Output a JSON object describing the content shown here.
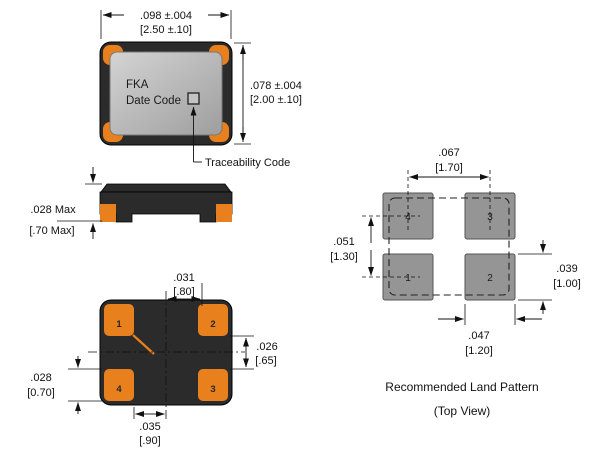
{
  "diagram": {
    "top_view": {
      "width_in": ".098 ±.004",
      "width_mm": "[2.50 ±.10]",
      "height_in": ".078 ±.004",
      "height_mm": "[2.00 ±.10]",
      "marking_line1": "FKA",
      "marking_line2": "Date Code",
      "traceability_label": "Traceability Code"
    },
    "side_view": {
      "height_in": ".028 Max",
      "height_mm": "[.70 Max]"
    },
    "bottom_view": {
      "pads": [
        "1",
        "2",
        "4",
        "3"
      ],
      "pad_width_in": ".031",
      "pad_width_mm": "[.80]",
      "pad_height_in": ".026",
      "pad_height_mm": "[.65]",
      "corner_pad_in": ".028",
      "corner_pad_mm": "[0.70]",
      "pitch_in": ".035",
      "pitch_mm": "[.90]"
    },
    "land_pattern": {
      "pads": [
        "4",
        "3",
        "1",
        "2"
      ],
      "pitch_x_in": ".067",
      "pitch_x_mm": "[1.70]",
      "pitch_y_in": ".051",
      "pitch_y_mm": "[1.30]",
      "pad_height_in": ".039",
      "pad_height_mm": "[1.00]",
      "pad_width_in": ".047",
      "pad_width_mm": "[1.20]",
      "caption_line1": "Recommended Land Pattern",
      "caption_line2": "(Top View)"
    },
    "colors": {
      "body": "#2b2b2b",
      "pad_orange": "#e8801e",
      "land_pad_gray": "#959595"
    }
  }
}
